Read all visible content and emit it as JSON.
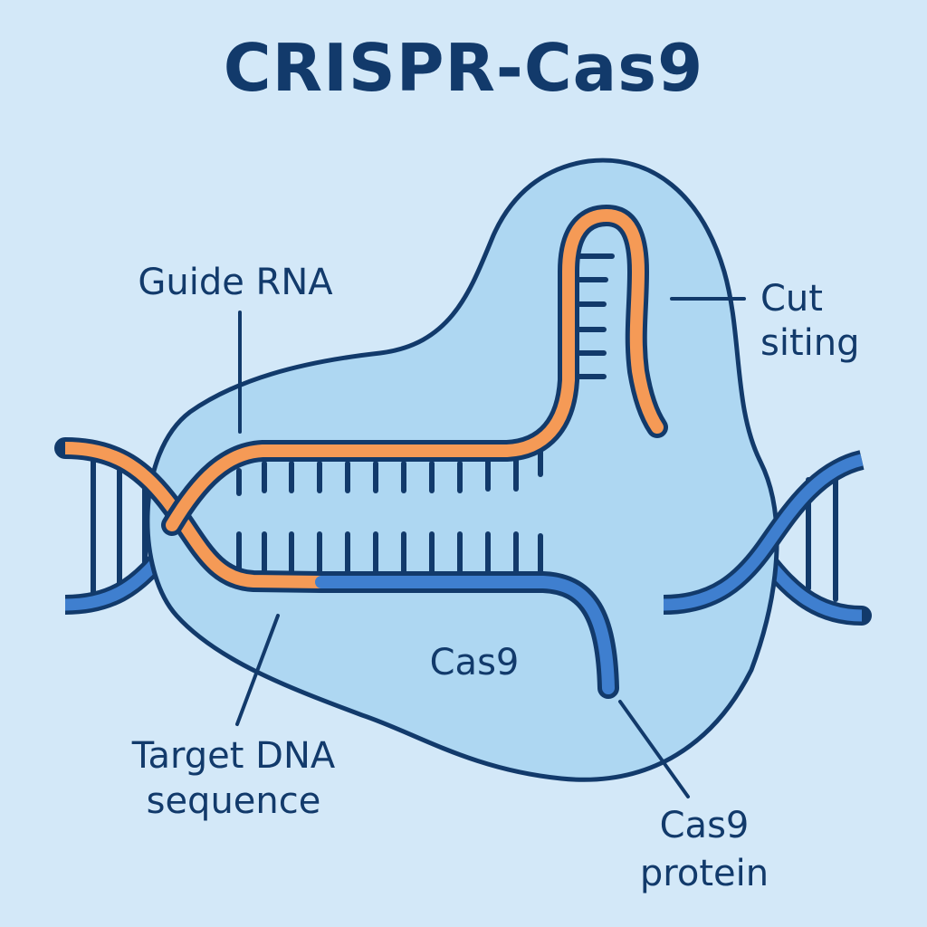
{
  "title": "CRISPR-Cas9",
  "labels": {
    "guide_rna": "Guide RNA",
    "cut_site_line1": "Cut",
    "cut_site_line2": "siting",
    "cas9_center": "Cas9",
    "target_dna_line1": "Target DNA",
    "target_dna_line2": "sequence",
    "cas9_protein_line1": "Cas9",
    "cas9_protein_line2": "protein"
  },
  "colors": {
    "background": "#d3e8f8",
    "protein_fill": "#aed7f2",
    "outline": "#123a6b",
    "rna_orange": "#f59a56",
    "dna_blue": "#3f7fcf"
  }
}
